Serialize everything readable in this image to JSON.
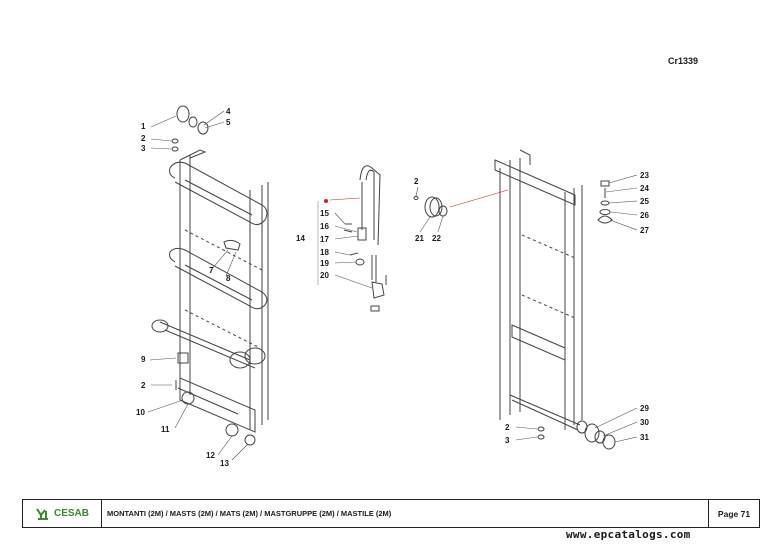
{
  "drawing_code": "Cr1339",
  "labels": {
    "l1": "1",
    "l2a": "2",
    "l3a": "3",
    "l4": "4",
    "l5": "5",
    "l7": "7",
    "l8": "8",
    "l9": "9",
    "l2b": "2",
    "l10": "10",
    "l11": "11",
    "l12": "12",
    "l13": "13",
    "l14": "14",
    "l15": "15",
    "l16": "16",
    "l17": "17",
    "l18": "18",
    "l19": "19",
    "l20": "20",
    "l2c": "2",
    "l21": "21",
    "l22": "22",
    "l23": "23",
    "l24": "24",
    "l25": "25",
    "l26": "26",
    "l27": "27",
    "l2d": "2",
    "l3b": "3",
    "l29": "29",
    "l30": "30",
    "l31": "31"
  },
  "footer": {
    "logo_text": "CESAB",
    "title": "MONTANTI (2M) / MASTS (2M) / MATS (2M) / MASTGRUPPE (2M) / MASTILE (2M)",
    "page": "Page 71"
  },
  "watermark": "www.epcatalogs.com",
  "colors": {
    "logo_green": "#3a8a2e",
    "leader_red": "#d02020",
    "line": "#444444"
  }
}
